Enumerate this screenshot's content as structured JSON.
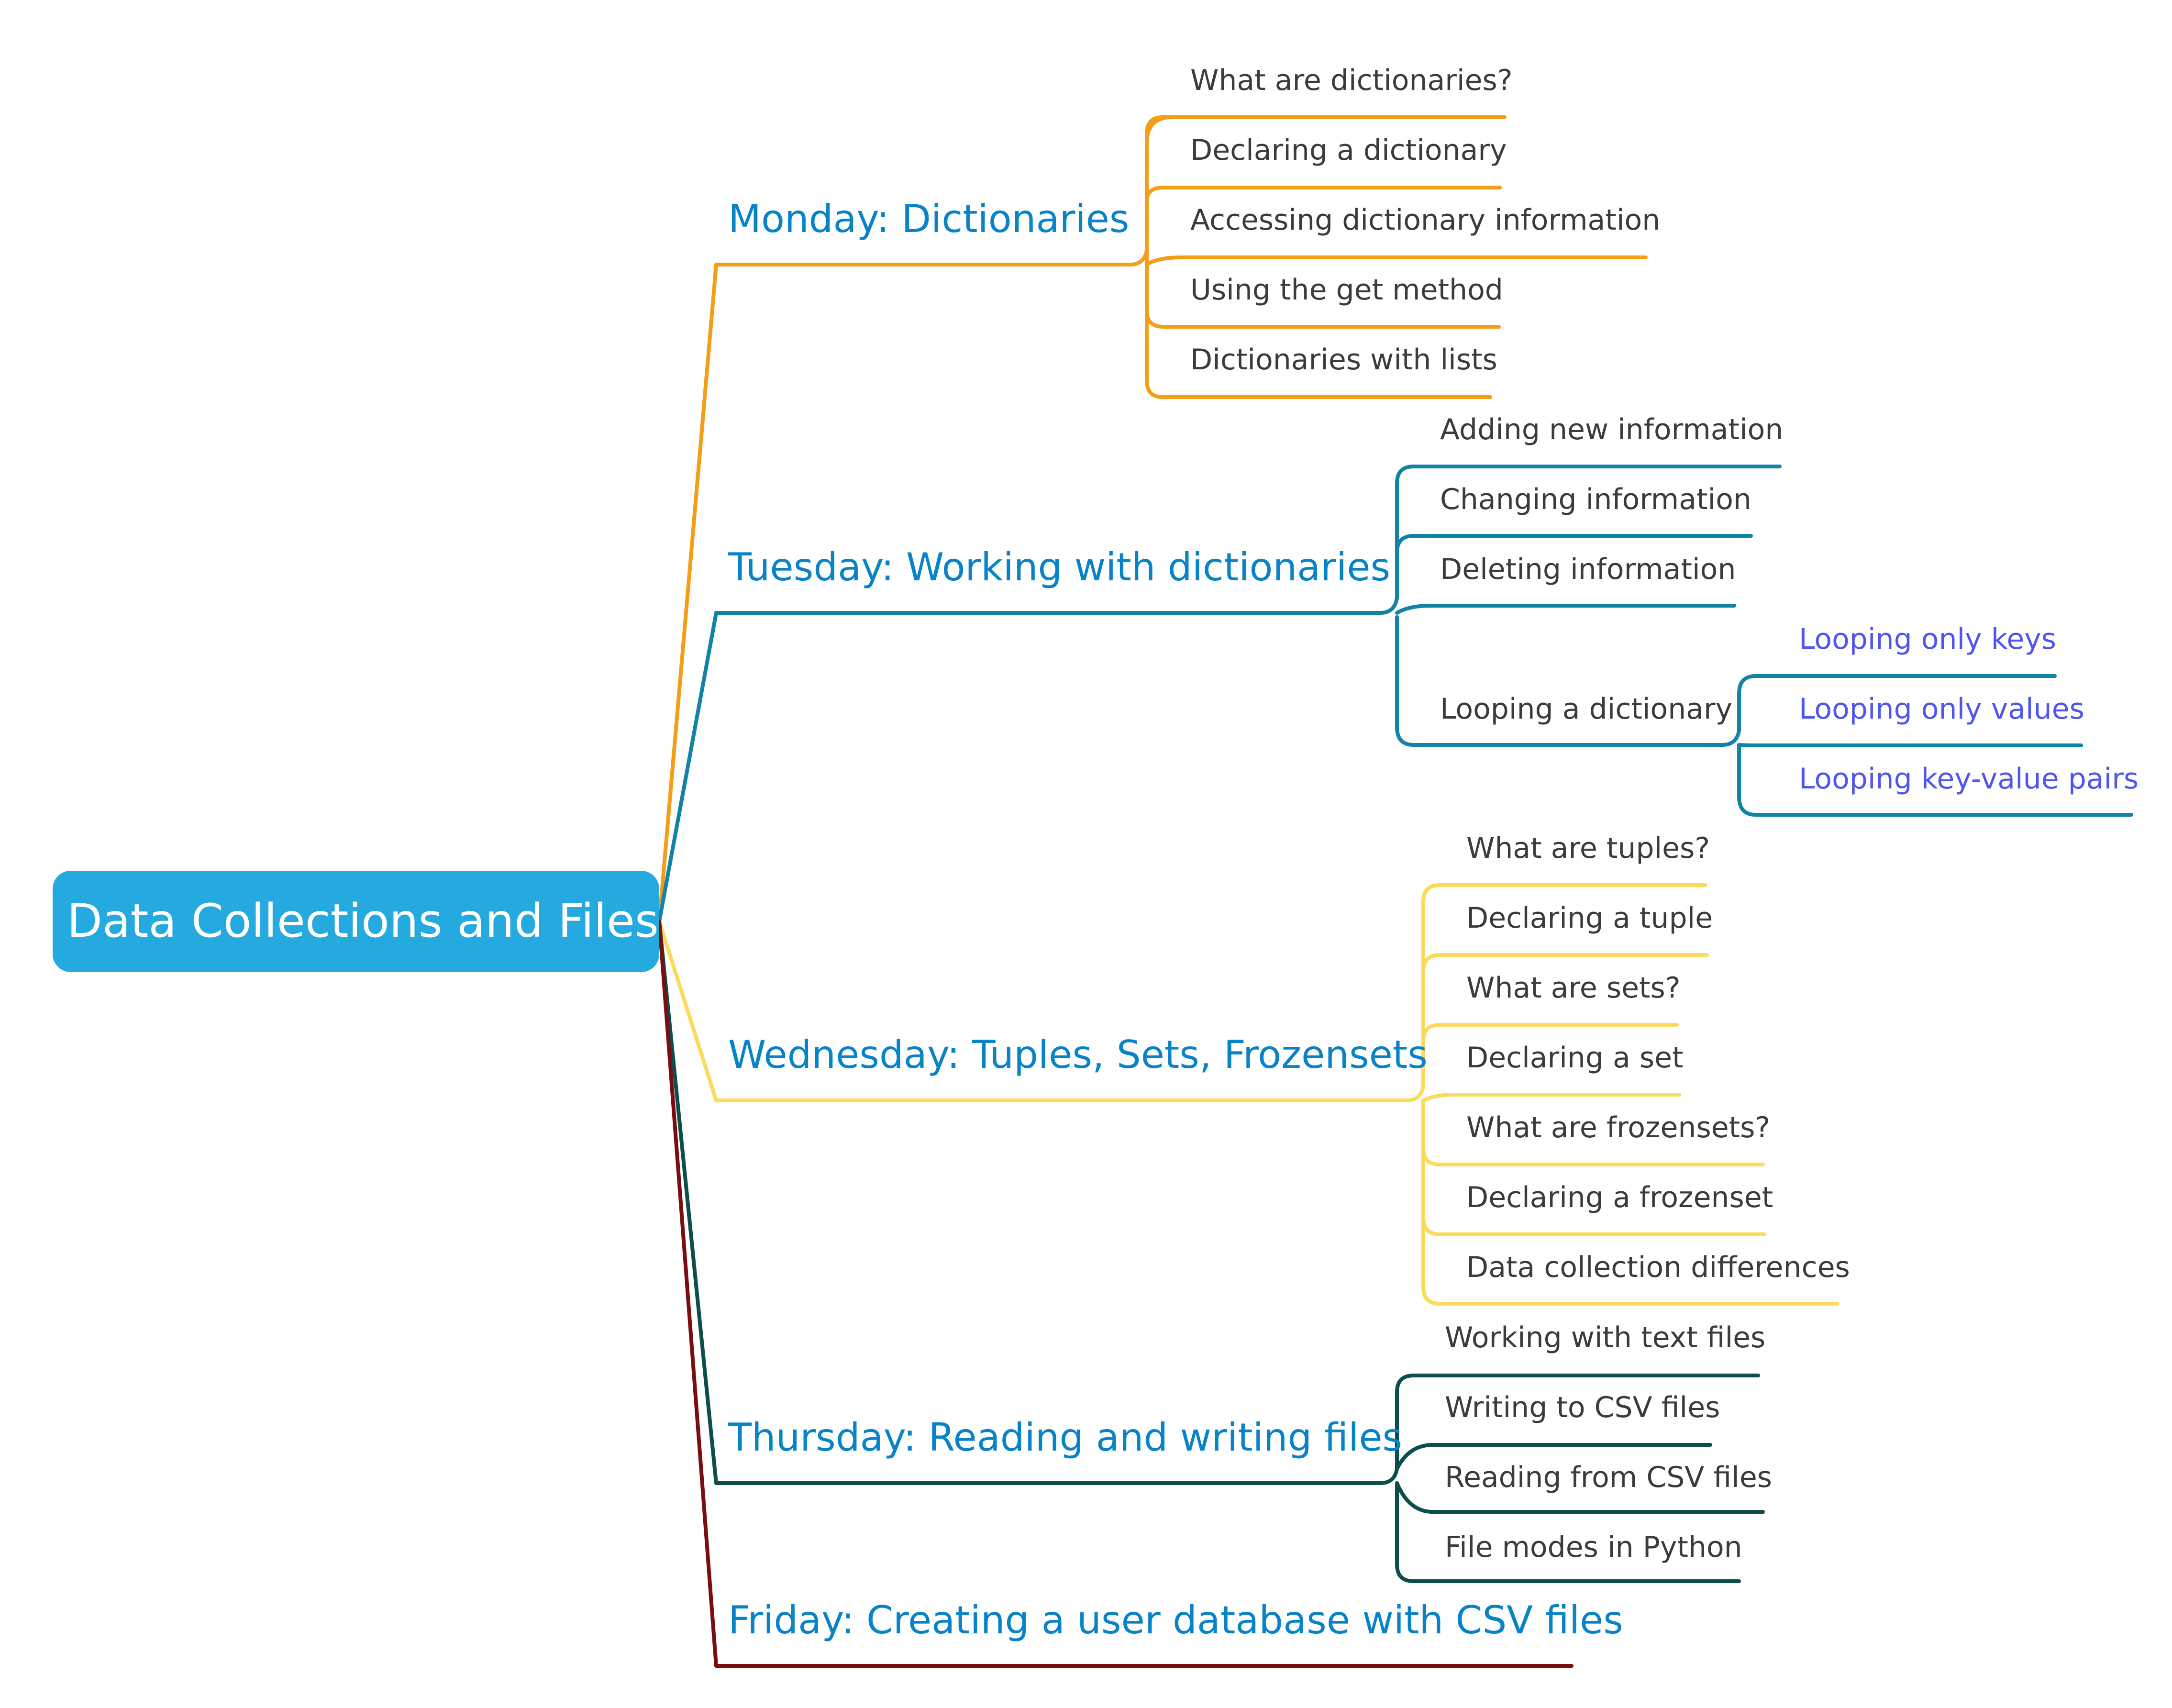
{
  "root": {
    "label": "Data Collections and Files"
  },
  "branches": [
    {
      "label": "Monday: Dictionaries",
      "color": "#f59d17",
      "children": [
        {
          "label": "What are dictionaries?"
        },
        {
          "label": "Declaring a dictionary"
        },
        {
          "label": "Accessing dictionary information"
        },
        {
          "label": "Using the get method"
        },
        {
          "label": "Dictionaries with lists"
        }
      ]
    },
    {
      "label": "Tuesday: Working with dictionaries",
      "color": "#1283a8",
      "children": [
        {
          "label": "Adding new information"
        },
        {
          "label": "Changing information"
        },
        {
          "label": "Deleting information"
        },
        {
          "label": "Looping a dictionary",
          "children": [
            {
              "label": "Looping only keys"
            },
            {
              "label": "Looping only values"
            },
            {
              "label": "Looping key-value pairs"
            }
          ]
        }
      ]
    },
    {
      "label": "Wednesday: Tuples, Sets, Frozensets",
      "color": "#fbdb5e",
      "children": [
        {
          "label": "What are tuples?"
        },
        {
          "label": "Declaring a tuple"
        },
        {
          "label": "What are sets?"
        },
        {
          "label": "Declaring a set"
        },
        {
          "label": "What are frozensets?"
        },
        {
          "label": "Declaring a frozenset"
        },
        {
          "label": "Data collection differences"
        }
      ]
    },
    {
      "label": "Thursday: Reading and writing files",
      "color": "#0d4e4d",
      "children": [
        {
          "label": "Working with text files"
        },
        {
          "label": "Writing to CSV files"
        },
        {
          "label": "Reading from CSV files"
        },
        {
          "label": "File modes in Python"
        }
      ]
    },
    {
      "label": "Friday: Creating a user database with CSV files",
      "color": "#7a0d0d",
      "children": []
    }
  ]
}
